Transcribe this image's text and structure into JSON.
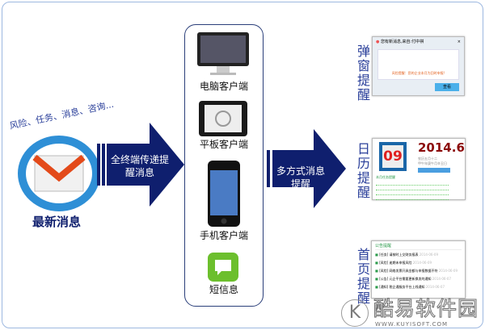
{
  "left": {
    "tags": "风险、任务、消息、咨询...",
    "title": "最新消息"
  },
  "arrow1": {
    "text": "全终端传递提醒消息"
  },
  "devices": [
    {
      "label": "电脑客户端"
    },
    {
      "label": "平板客户端"
    },
    {
      "label": "手机客户端"
    },
    {
      "label": "短信息"
    }
  ],
  "arrow2": {
    "text": "多方式消息提醒"
  },
  "reminders": {
    "popup": {
      "label": "弹窗提醒",
      "title": "您有新消息,来自:付中祺",
      "message": "风险提醒：您的企业本月为回时申报!",
      "button": "查看"
    },
    "calendar": {
      "label": "日历提醒",
      "day": "09",
      "month": "2014.6",
      "lunar1": "农历五月十二",
      "lunar2": "甲午年庚午月辛丑日",
      "section": "本月任务提醒"
    },
    "home": {
      "label": "首页提醒",
      "heading": "公告提醒",
      "items": [
        {
          "text": "[任务] 请按时上交财务报表",
          "date": "2014-06-09"
        },
        {
          "text": "[风险] 逾期未申报风险",
          "date": "2014-06-09"
        },
        {
          "text": "[风险] 网络发票开具金额与申报数据不符",
          "date": "2014-06-09"
        },
        {
          "text": "[公告] 元企平台需要更新换发的通知",
          "date": "2014-06-07"
        },
        {
          "text": "[通知] 税企通服务平台上线通知",
          "date": "2014-06-07"
        }
      ]
    }
  },
  "watermark": {
    "text": "酷易软件园",
    "url": "WWW.KUYISOFT.COM"
  },
  "colors": {
    "arrow": "#0f1f6e",
    "label": "#2a3f9a",
    "accent": "#c0141b"
  }
}
